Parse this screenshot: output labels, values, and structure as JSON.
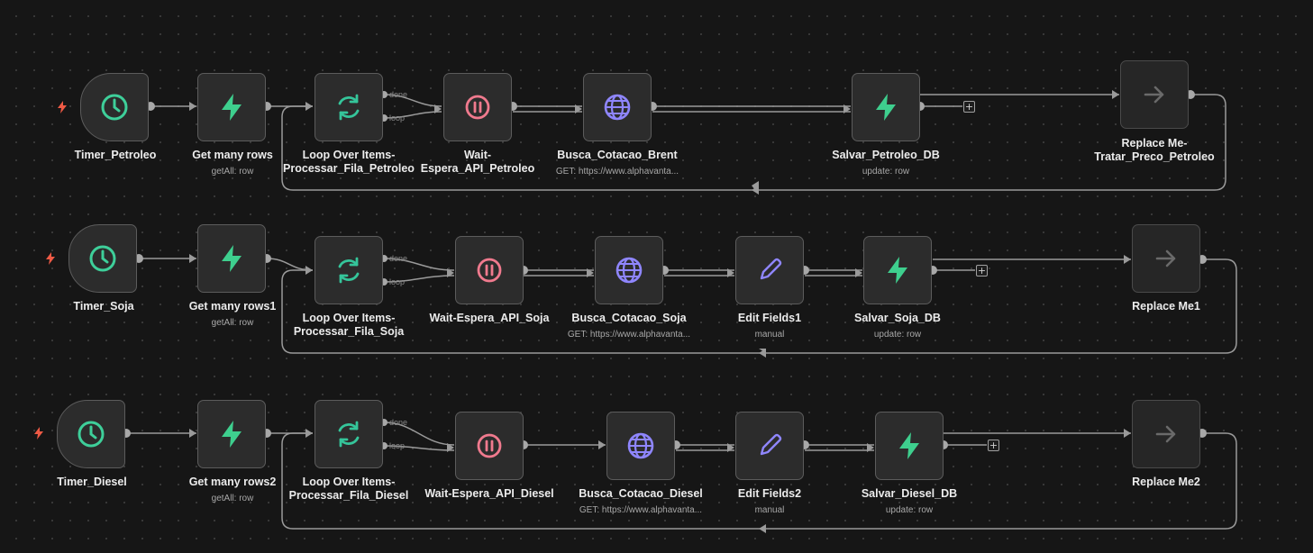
{
  "colors": {
    "canvas": "#161616",
    "node": "#2c2c2c",
    "node_border": "#5c5c5c",
    "clock": "#3ecf9a",
    "supabase": "#3ecf8e",
    "loop": "#35c59a",
    "wait": "#f07a8e",
    "http": "#8f86ff",
    "edit": "#8f86ff",
    "replace": "#6a6a6a",
    "trigger_bolt": "#ee5a45",
    "wire": "#9a9a9a"
  },
  "workflows": [
    {
      "timer": {
        "name": "Timer_Petroleo",
        "icon": "clock-icon"
      },
      "get": {
        "name": "Get many rows",
        "sub": "getAll: row",
        "icon": "supabase-icon"
      },
      "loop": {
        "name1": "Loop Over Items-",
        "name2": "Processar_Fila_Petroleo",
        "icon": "refresh-icon",
        "done": "done",
        "loop": "loop"
      },
      "wait": {
        "name1": "Wait-",
        "name2": "Espera_API_Petroleo",
        "icon": "pause-icon"
      },
      "http": {
        "name": "Busca_Cotacao_Brent",
        "sub": "GET: https://www.alphavanta...",
        "icon": "globe-icon"
      },
      "save": {
        "name": "Salvar_Petroleo_DB",
        "sub": "update: row",
        "icon": "supabase-icon"
      },
      "replace": {
        "name1": "Replace Me-",
        "name2": "Tratar_Preco_Petroleo",
        "icon": "arrow-right-icon"
      },
      "plus": "+"
    },
    {
      "timer": {
        "name": "Timer_Soja",
        "icon": "clock-icon"
      },
      "get": {
        "name": "Get many rows1",
        "sub": "getAll: row",
        "icon": "supabase-icon"
      },
      "loop": {
        "name1": "Loop Over Items-",
        "name2": "Processar_Fila_Soja",
        "icon": "refresh-icon",
        "done": "done",
        "loop": "loop"
      },
      "wait": {
        "name1": "Wait-Espera_API_Soja",
        "icon": "pause-icon"
      },
      "http": {
        "name": "Busca_Cotacao_Soja",
        "sub": "GET: https://www.alphavanta...",
        "icon": "globe-icon"
      },
      "edit": {
        "name": "Edit Fields1",
        "sub": "manual",
        "icon": "pencil-icon"
      },
      "save": {
        "name": "Salvar_Soja_DB",
        "sub": "update: row",
        "icon": "supabase-icon"
      },
      "replace": {
        "name1": "Replace Me1",
        "icon": "arrow-right-icon"
      },
      "plus": "+"
    },
    {
      "timer": {
        "name": "Timer_Diesel",
        "icon": "clock-icon"
      },
      "get": {
        "name": "Get many rows2",
        "sub": "getAll: row",
        "icon": "supabase-icon"
      },
      "loop": {
        "name1": "Loop Over Items-",
        "name2": "Processar_Fila_Diesel",
        "icon": "refresh-icon",
        "done": "done",
        "loop": "loop"
      },
      "wait": {
        "name1": "Wait-Espera_API_Diesel",
        "icon": "pause-icon"
      },
      "http": {
        "name": "Busca_Cotacao_Diesel",
        "sub": "GET: https://www.alphavanta...",
        "icon": "globe-icon"
      },
      "edit": {
        "name": "Edit Fields2",
        "sub": "manual",
        "icon": "pencil-icon"
      },
      "save": {
        "name": "Salvar_Diesel_DB",
        "sub": "update: row",
        "icon": "supabase-icon"
      },
      "replace": {
        "name1": "Replace Me2",
        "icon": "arrow-right-icon"
      },
      "plus": "+"
    }
  ]
}
